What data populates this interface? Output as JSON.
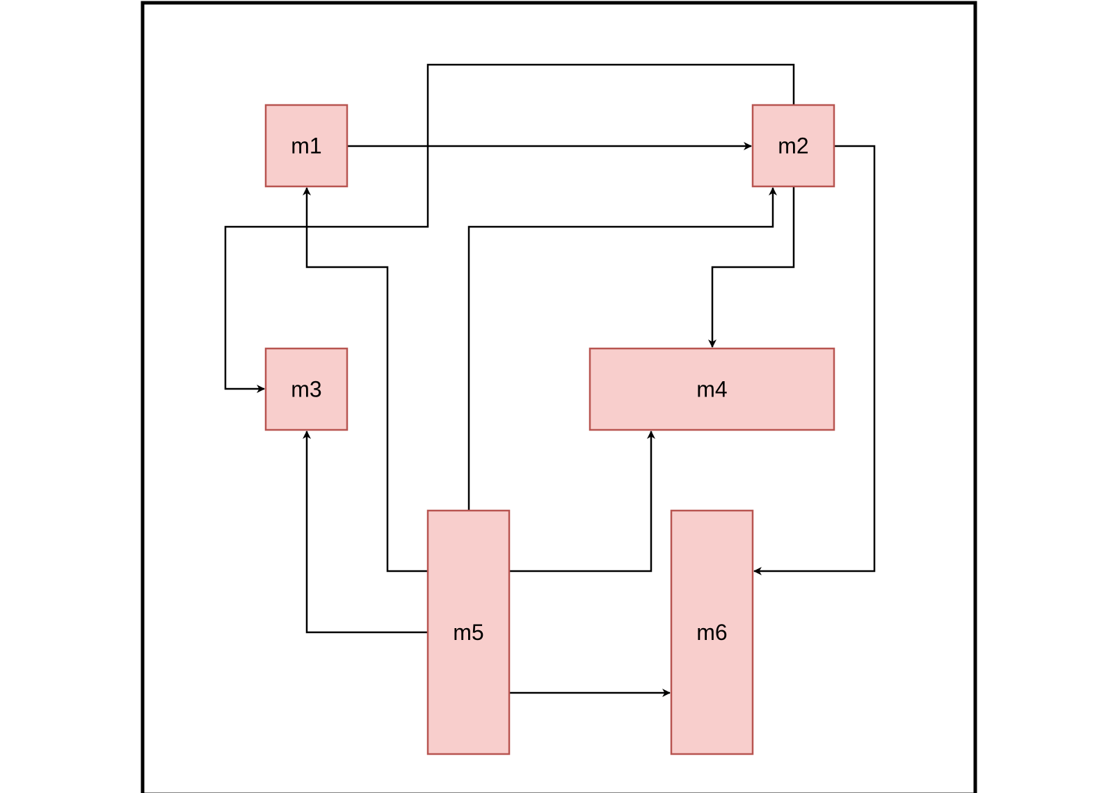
{
  "diagram": {
    "colors": {
      "module_fill": "#f8cecc",
      "module_stroke": "#b85450",
      "edge": "#000000",
      "frame": "#000000"
    },
    "modules": [
      {
        "id": "m1",
        "label": "m1"
      },
      {
        "id": "m2",
        "label": "m2"
      },
      {
        "id": "m3",
        "label": "m3"
      },
      {
        "id": "m4",
        "label": "m4"
      },
      {
        "id": "m5",
        "label": "m5"
      },
      {
        "id": "m6",
        "label": "m6"
      }
    ],
    "edges": [
      {
        "from": "m1",
        "to": "m2"
      },
      {
        "from": "m2",
        "to": "m3"
      },
      {
        "from": "m2",
        "to": "m4"
      },
      {
        "from": "m2",
        "to": "m6"
      },
      {
        "from": "m5",
        "to": "m1"
      },
      {
        "from": "m5",
        "to": "m2"
      },
      {
        "from": "m5",
        "to": "m3"
      },
      {
        "from": "m5",
        "to": "m4"
      },
      {
        "from": "m5",
        "to": "m6"
      }
    ]
  }
}
